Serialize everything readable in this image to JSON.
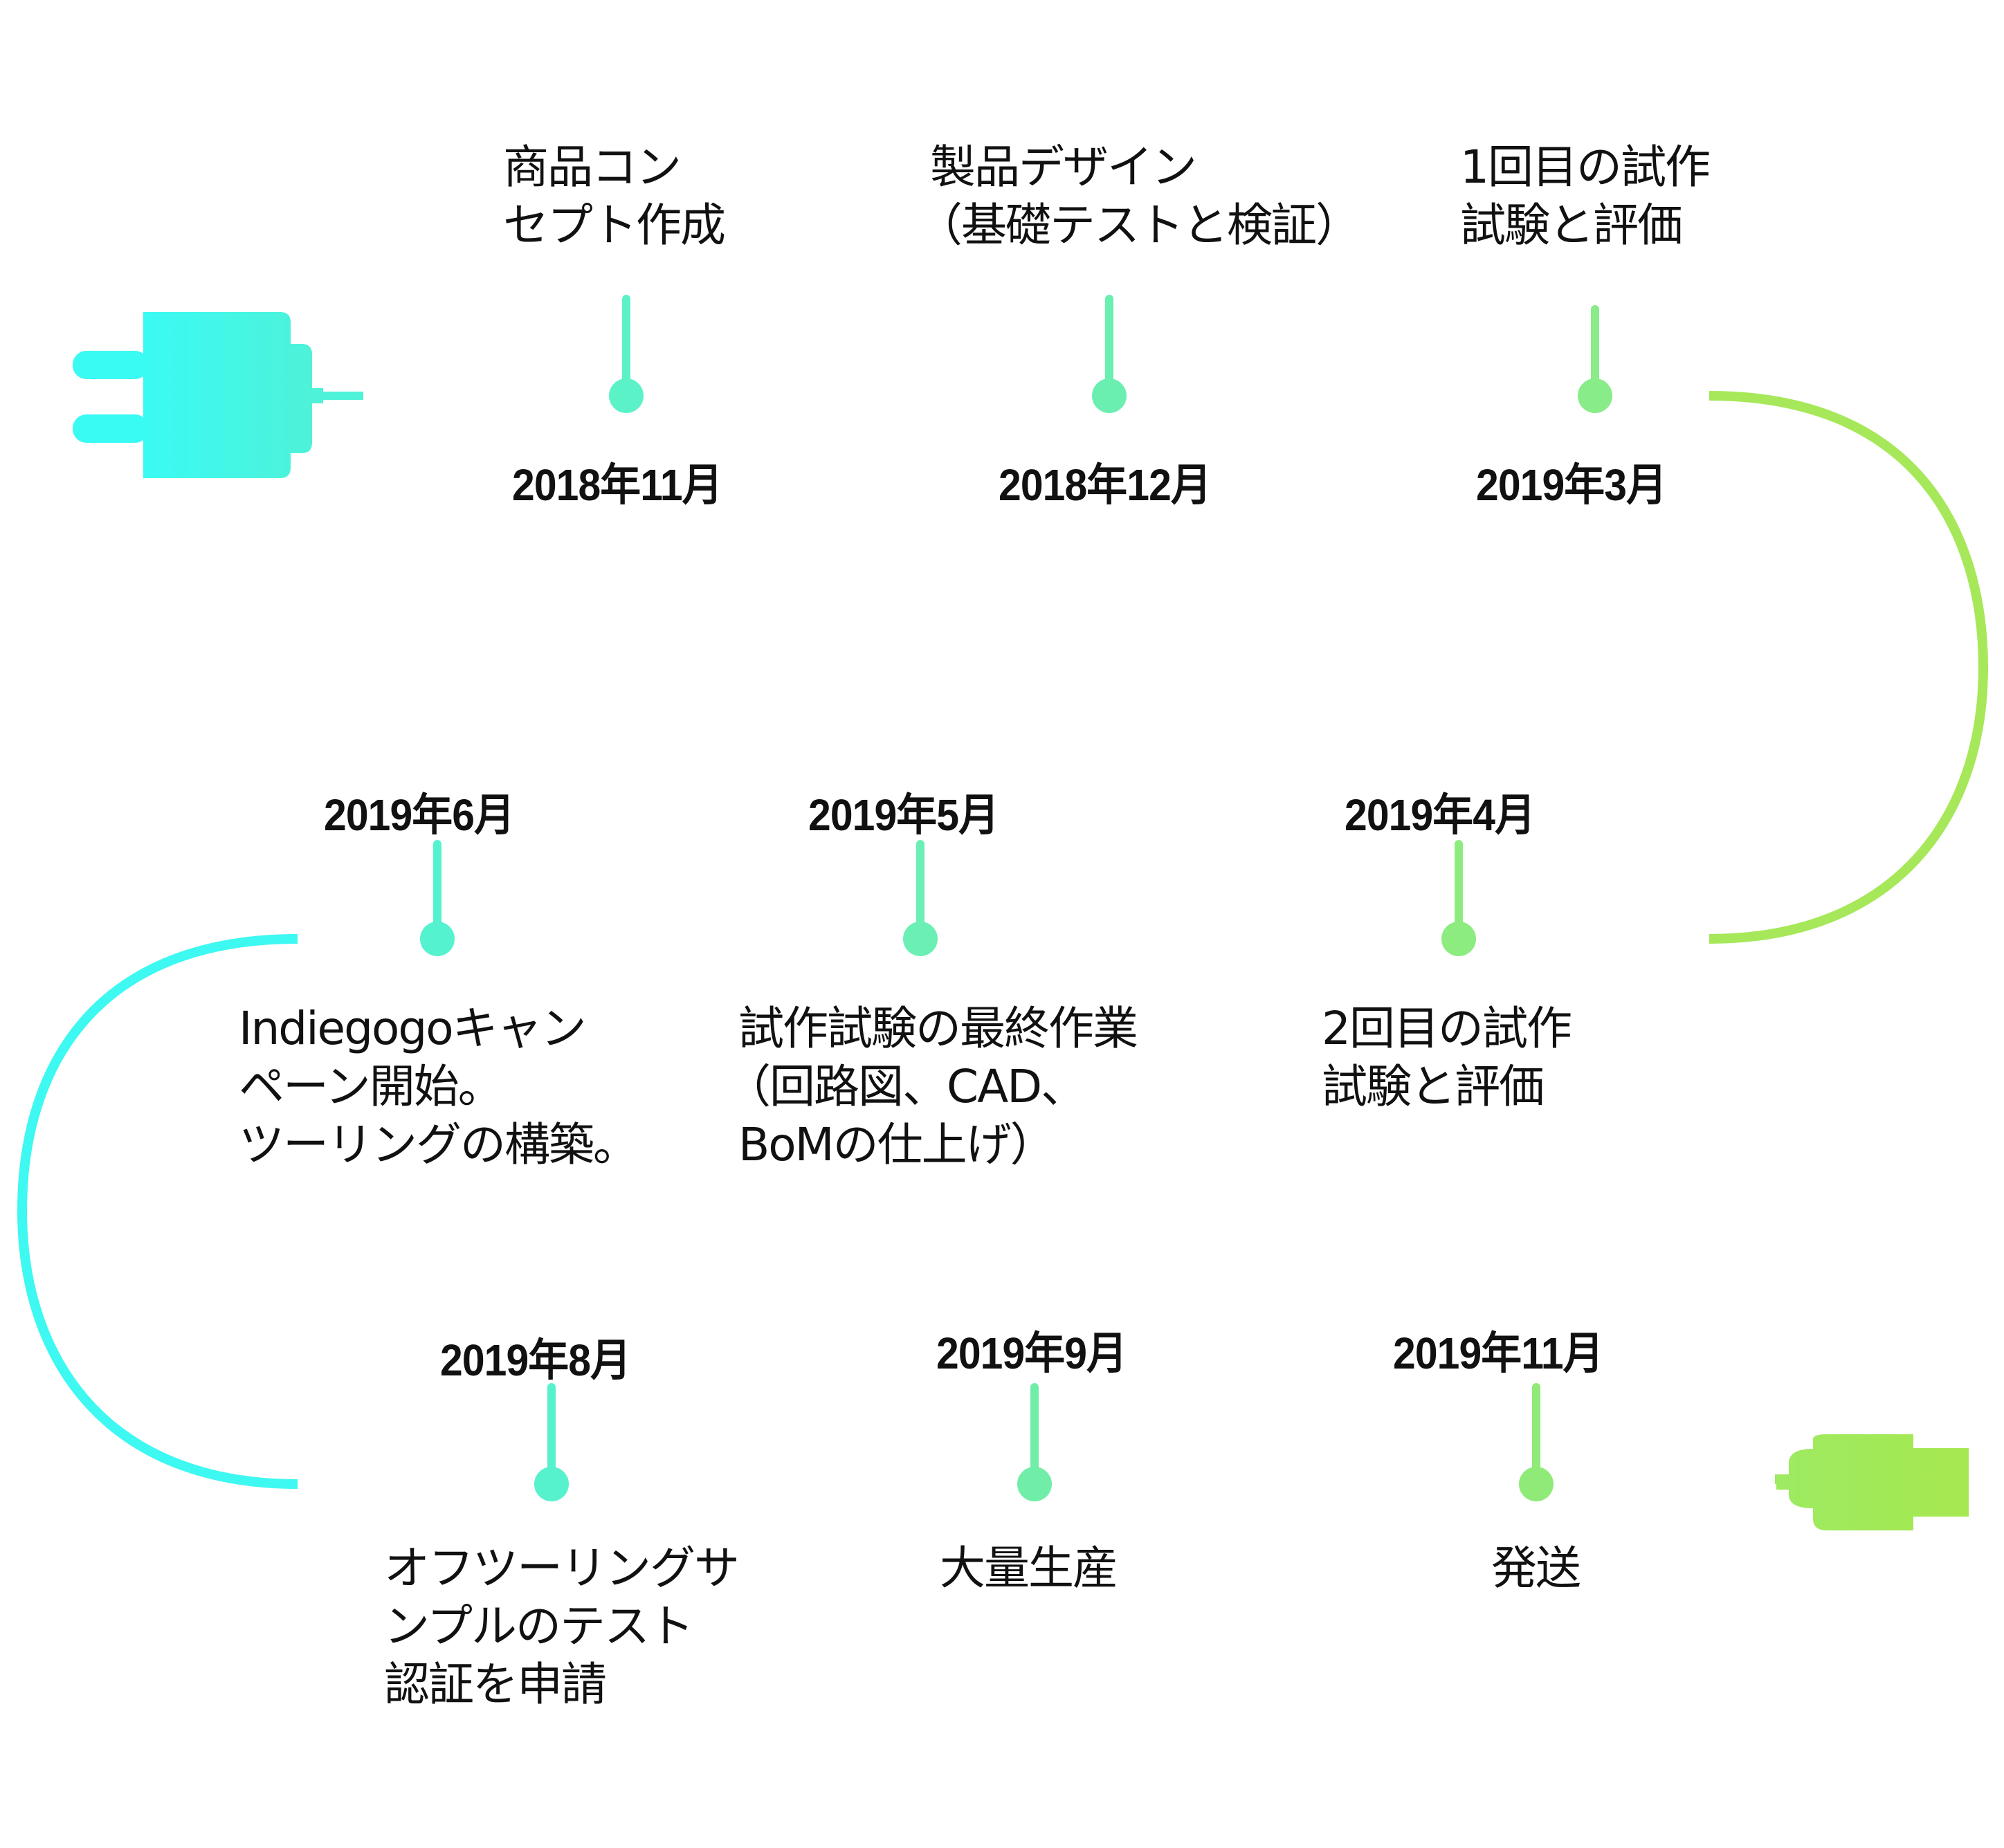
{
  "colors": {
    "start": "#3ef8f2",
    "mid": "#5cf0c0",
    "end": "#a6e85a",
    "text": "#111111"
  },
  "icons": {
    "start": "power-plug-icon",
    "end": "usb-connector-icon"
  },
  "milestones": [
    {
      "date": "2018年11月",
      "description": "商品コン\nセプト作成"
    },
    {
      "date": "2018年12月",
      "description": " 製品デザイン\n（基礎テストと検証）"
    },
    {
      "date": "2019年3月",
      "description": "1回目の試作\n試験と評価"
    },
    {
      "date": "2019年4月",
      "description": "2回目の試作\n試験と評価"
    },
    {
      "date": "2019年5月",
      "description": " 試作試験の最終作業\n（回路図、CAD、\n BoMの仕上げ）"
    },
    {
      "date": "2019年6月",
      "description": "Indiegogoキャン\nペーン開始。\nツーリングの構築。"
    },
    {
      "date": "2019年8月",
      "description": "オフツーリングサ\nンプルのテスト\n認証を申請"
    },
    {
      "date": "2019年9月",
      "description": "大量生産"
    },
    {
      "date": "2019年11月",
      "description": "発送"
    }
  ]
}
